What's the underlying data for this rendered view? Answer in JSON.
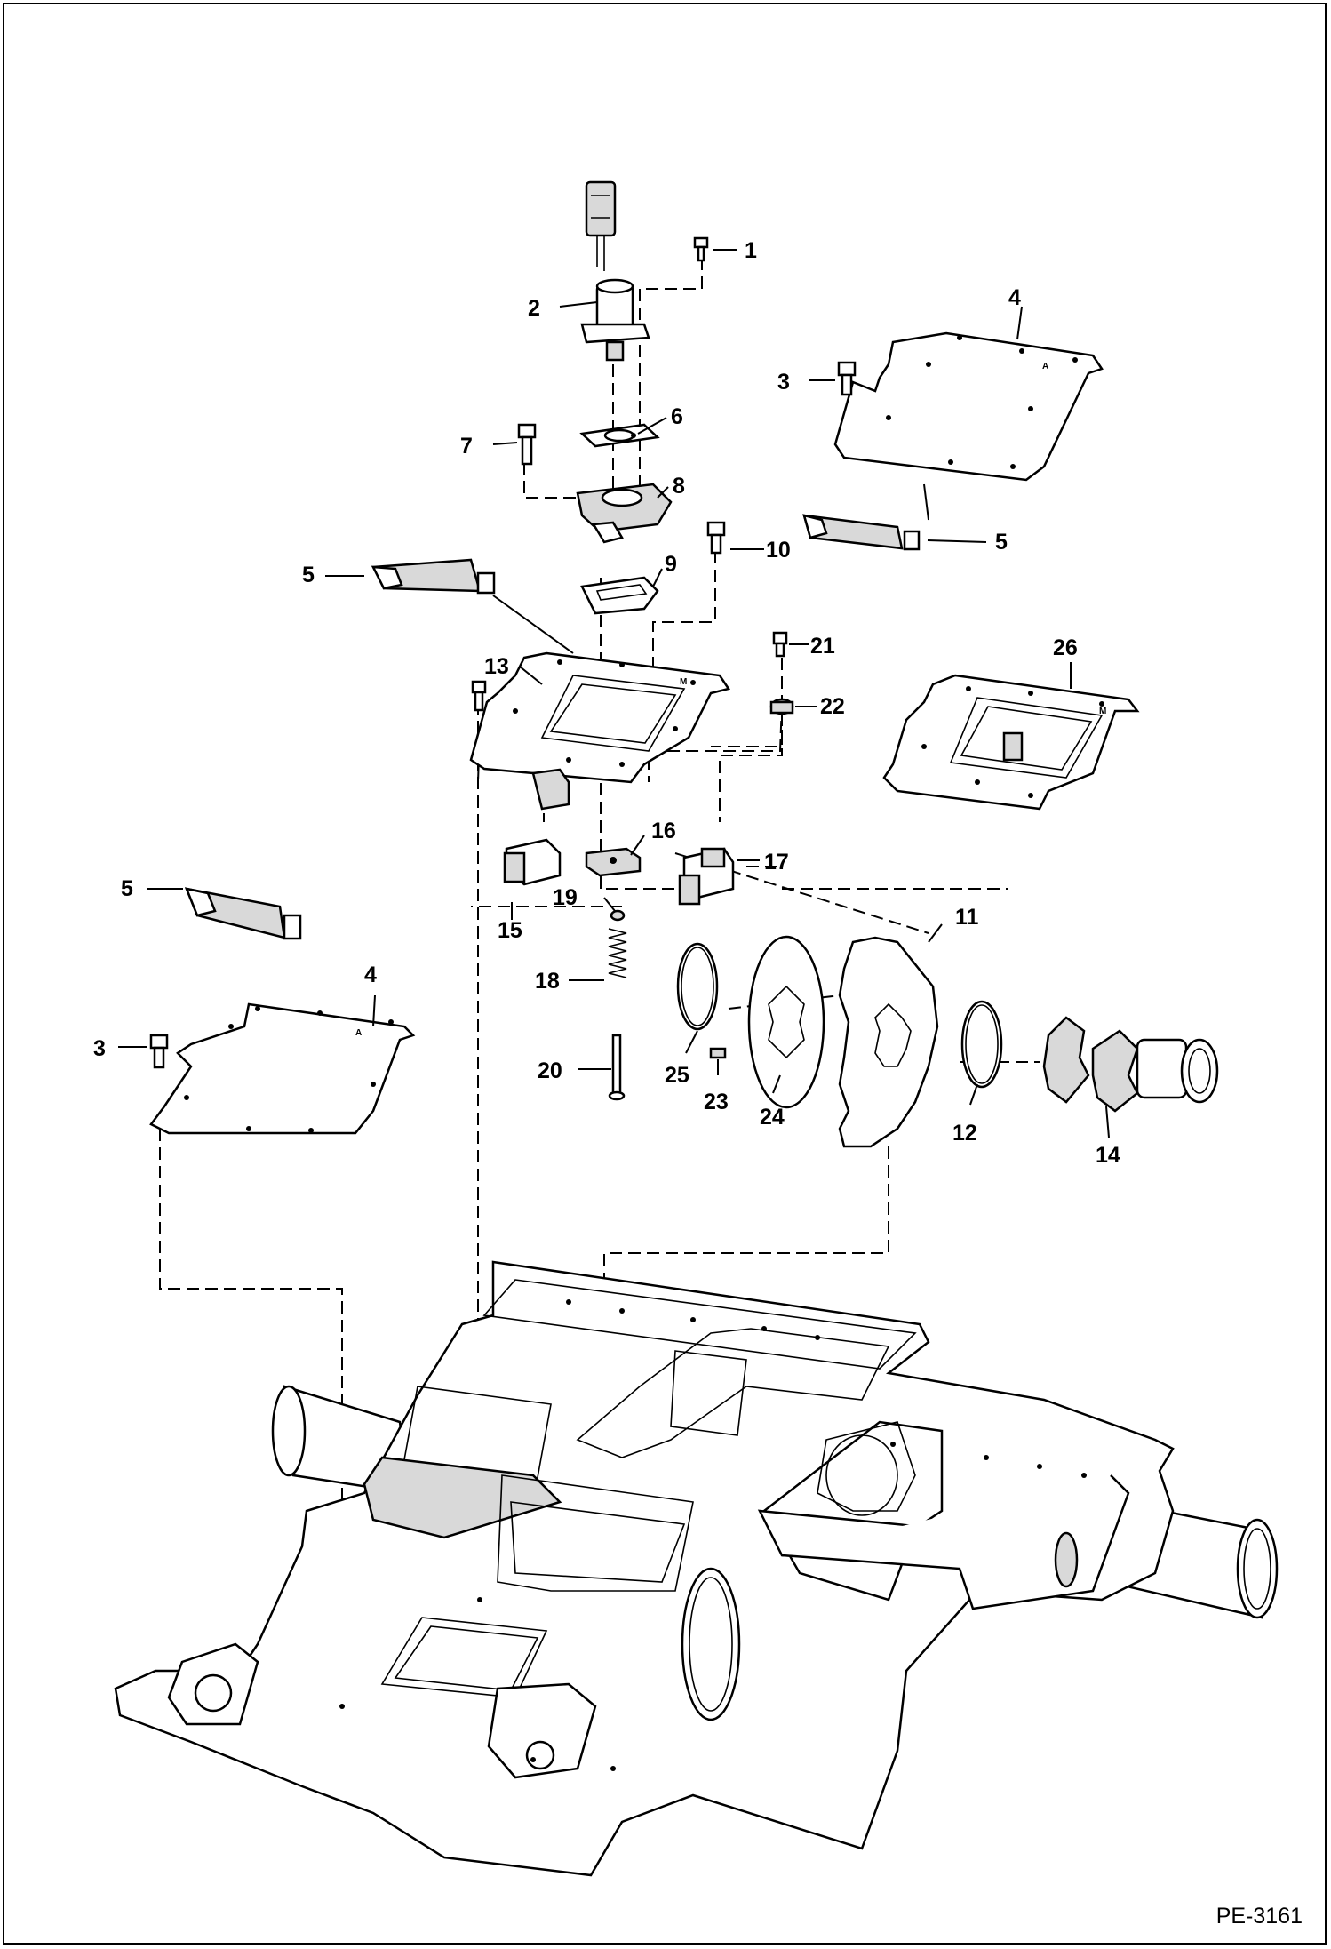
{
  "diagram_ref": "PE-3161",
  "callouts": [
    "1",
    "2",
    "3",
    "4",
    "5",
    "6",
    "7",
    "8",
    "9",
    "10",
    "11",
    "12",
    "13",
    "14",
    "15",
    "16",
    "17",
    "18",
    "19",
    "20",
    "21",
    "22",
    "23",
    "24",
    "25",
    "26"
  ]
}
